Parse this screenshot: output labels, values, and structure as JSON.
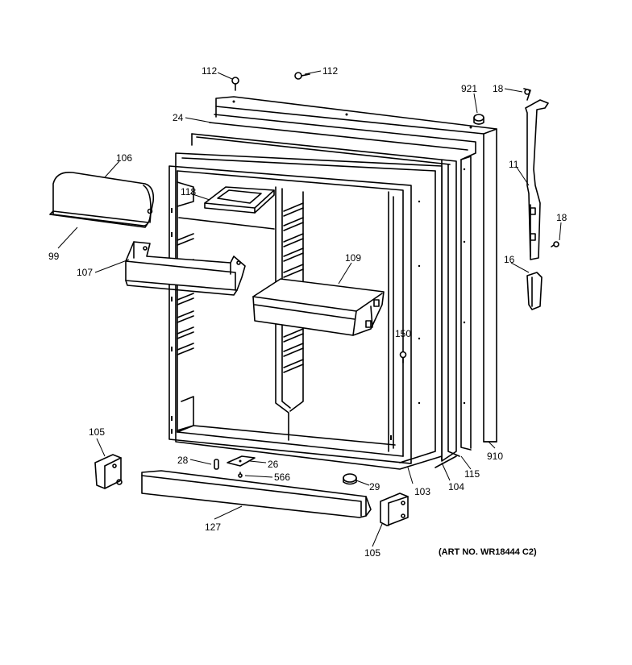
{
  "labels": {
    "p112a": "112",
    "p112b": "112",
    "p921": "921",
    "p18a": "18",
    "p24": "24",
    "p106": "106",
    "p11": "11",
    "p118": "118",
    "p18b": "18",
    "p99": "99",
    "p107": "107",
    "p109": "109",
    "p16": "16",
    "p150": "150",
    "p105a": "105",
    "p28": "28",
    "p26": "26",
    "p566": "566",
    "p29": "29",
    "p103": "103",
    "p104": "104",
    "p115": "115",
    "p910": "910",
    "p127": "127",
    "p105b": "105"
  },
  "art_number": "(ART NO. WR18444 C2)"
}
